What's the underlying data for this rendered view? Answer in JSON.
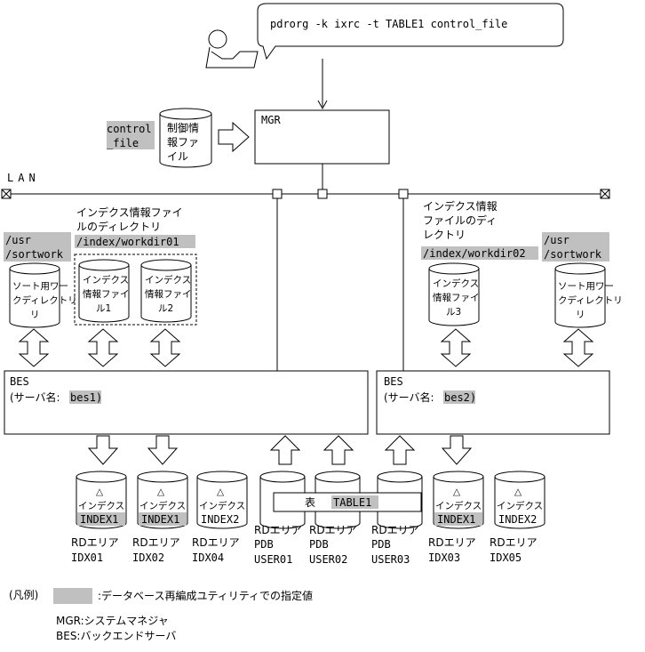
{
  "command": "pdrorg -k ixrc -t TABLE1 control_file",
  "mgr_label": "MGR",
  "control_file_line1": "control",
  "control_file_line2": "_file",
  "control_info_file": [
    "制御情",
    "報ファ",
    "イル"
  ],
  "lan_label": "LAN",
  "left_dir_caption": [
    "インデクス情報ファイ",
    "ルのディレクトリ"
  ],
  "left_dir_path": "/index/workdir01",
  "right_dir_caption": [
    "インデクス情報",
    "ファイルのディ",
    "レクトリ"
  ],
  "right_dir_path": "/index/workdir02",
  "sortwork_path": [
    "/usr",
    "/sortwork"
  ],
  "sort_dir_label": [
    "ソート用ワー",
    "クディレクトリ"
  ],
  "index_info_files": [
    [
      "インデクス",
      "情報ファイ",
      "ル1"
    ],
    [
      "インデクス",
      "情報ファイ",
      "ル2"
    ],
    [
      "インデクス",
      "情報ファイ",
      "ル3"
    ]
  ],
  "bes1": {
    "line1": "BES",
    "prefix": "(サーバ名:",
    "name": "bes1",
    "suffix": ")"
  },
  "bes2": {
    "line1": "BES",
    "prefix": "(サーバ名:",
    "name": "bes2",
    "suffix": ")"
  },
  "index_cylinders": [
    {
      "label": "インデクス",
      "name": "INDEX1",
      "area1": "RDエリア",
      "area2": "IDX01"
    },
    {
      "label": "インデクス",
      "name": "INDEX1",
      "area1": "RDエリア",
      "area2": "IDX02"
    },
    {
      "label": "インデクス",
      "name": "INDEX2",
      "area1": "RDエリア",
      "area2": "IDX04"
    },
    {
      "label": "インデクス",
      "name": "INDEX1",
      "area1": "RDエリア",
      "area2": "IDX03"
    },
    {
      "label": "インデクス",
      "name": "INDEX2",
      "area1": "RDエリア",
      "area2": "IDX05"
    }
  ],
  "pdb_cylinders": [
    {
      "area1": "RDエリア",
      "area2": "PDB",
      "area3": "USER01"
    },
    {
      "area1": "RDエリア",
      "area2": "PDB",
      "area3": "USER02"
    },
    {
      "area1": "RDエリア",
      "area2": "PDB",
      "area3": "USER03"
    }
  ],
  "table_label": "表",
  "table_name": "TABLE1",
  "triangle_glyph": "△",
  "legend": {
    "title": "(凡例)",
    "highlight_desc": ":データベース再編成ユティリティでの指定値",
    "mgr": "MGR:システムマネジャ",
    "bes": "BES:バックエンドサーバ"
  }
}
